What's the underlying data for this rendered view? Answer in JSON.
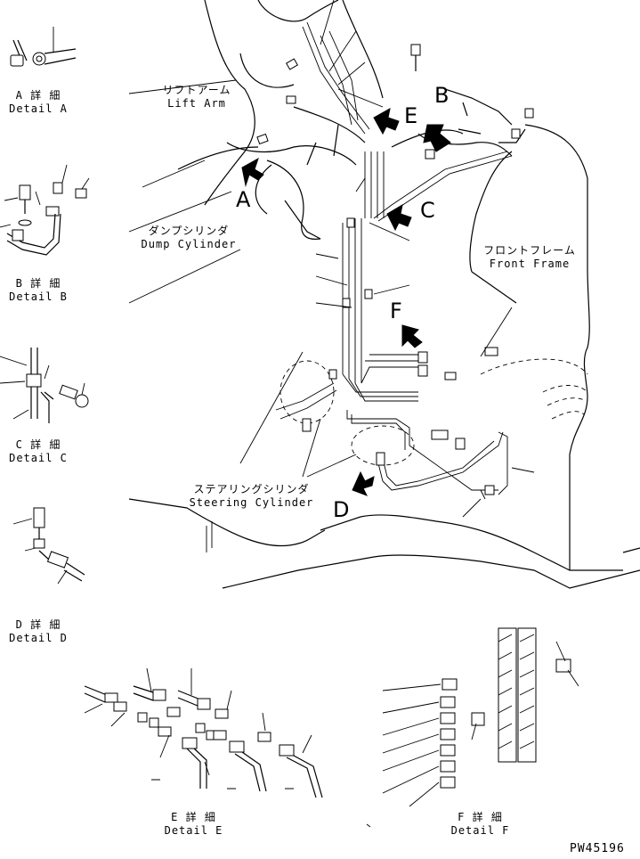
{
  "drawing_code": "PW45196",
  "letters": {
    "a": "A",
    "b": "B",
    "c": "C",
    "d": "D",
    "e": "E",
    "f": "F"
  },
  "details": {
    "a": {
      "jp": "A 詳 細",
      "en": "Detail A"
    },
    "b": {
      "jp": "B 詳 細",
      "en": "Detail B"
    },
    "c": {
      "jp": "C 詳 細",
      "en": "Detail C"
    },
    "d": {
      "jp": "D 詳 細",
      "en": "Detail D"
    },
    "e": {
      "jp": "E 詳 細",
      "en": "Detail E"
    },
    "f": {
      "jp": "F 詳 細",
      "en": "Detail F"
    }
  },
  "parts": {
    "lift_arm": {
      "jp": "リフトアーム",
      "en": "Lift Arm"
    },
    "dump_cylinder": {
      "jp": "ダンプシリンダ",
      "en": "Dump Cylinder"
    },
    "front_frame": {
      "jp": "フロントフレーム",
      "en": "Front Frame"
    },
    "steering_cylinder": {
      "jp": "ステアリングシリンダ",
      "en": "Steering Cylinder"
    }
  }
}
